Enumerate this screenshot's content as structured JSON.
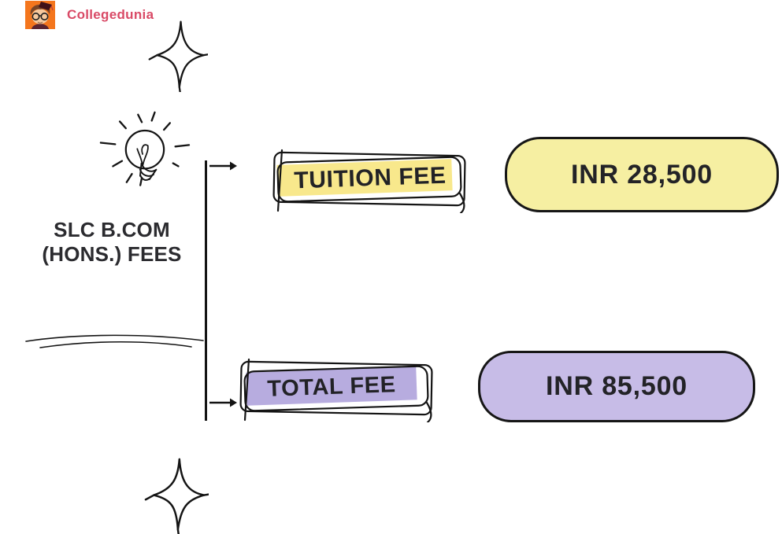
{
  "brand": {
    "name": "Collegedunia"
  },
  "title": {
    "line1": "SLC B.COM",
    "line2": "(HONS.) FEES"
  },
  "fees": [
    {
      "label": "TUITION FEE",
      "amount": "INR 28,500",
      "highlight_color": "#F8E88C",
      "pill_color": "#F6EFA2"
    },
    {
      "label": "TOTAL FEE",
      "amount": "INR 85,500",
      "highlight_color": "#B7ACDF",
      "pill_color": "#C7BCE7"
    }
  ],
  "colors": {
    "brand_logo_bg": "#F4761D",
    "brand_text": "#D94A66",
    "ink": "#141414",
    "text_dark": "#232327",
    "background": "#FFFFFF"
  },
  "icons": {
    "brand_logo": "collegedunia-mascot-icon",
    "idea": "lightbulb-icon",
    "decoration": "sparkle-icon",
    "connector": "arrow-right-icon"
  }
}
